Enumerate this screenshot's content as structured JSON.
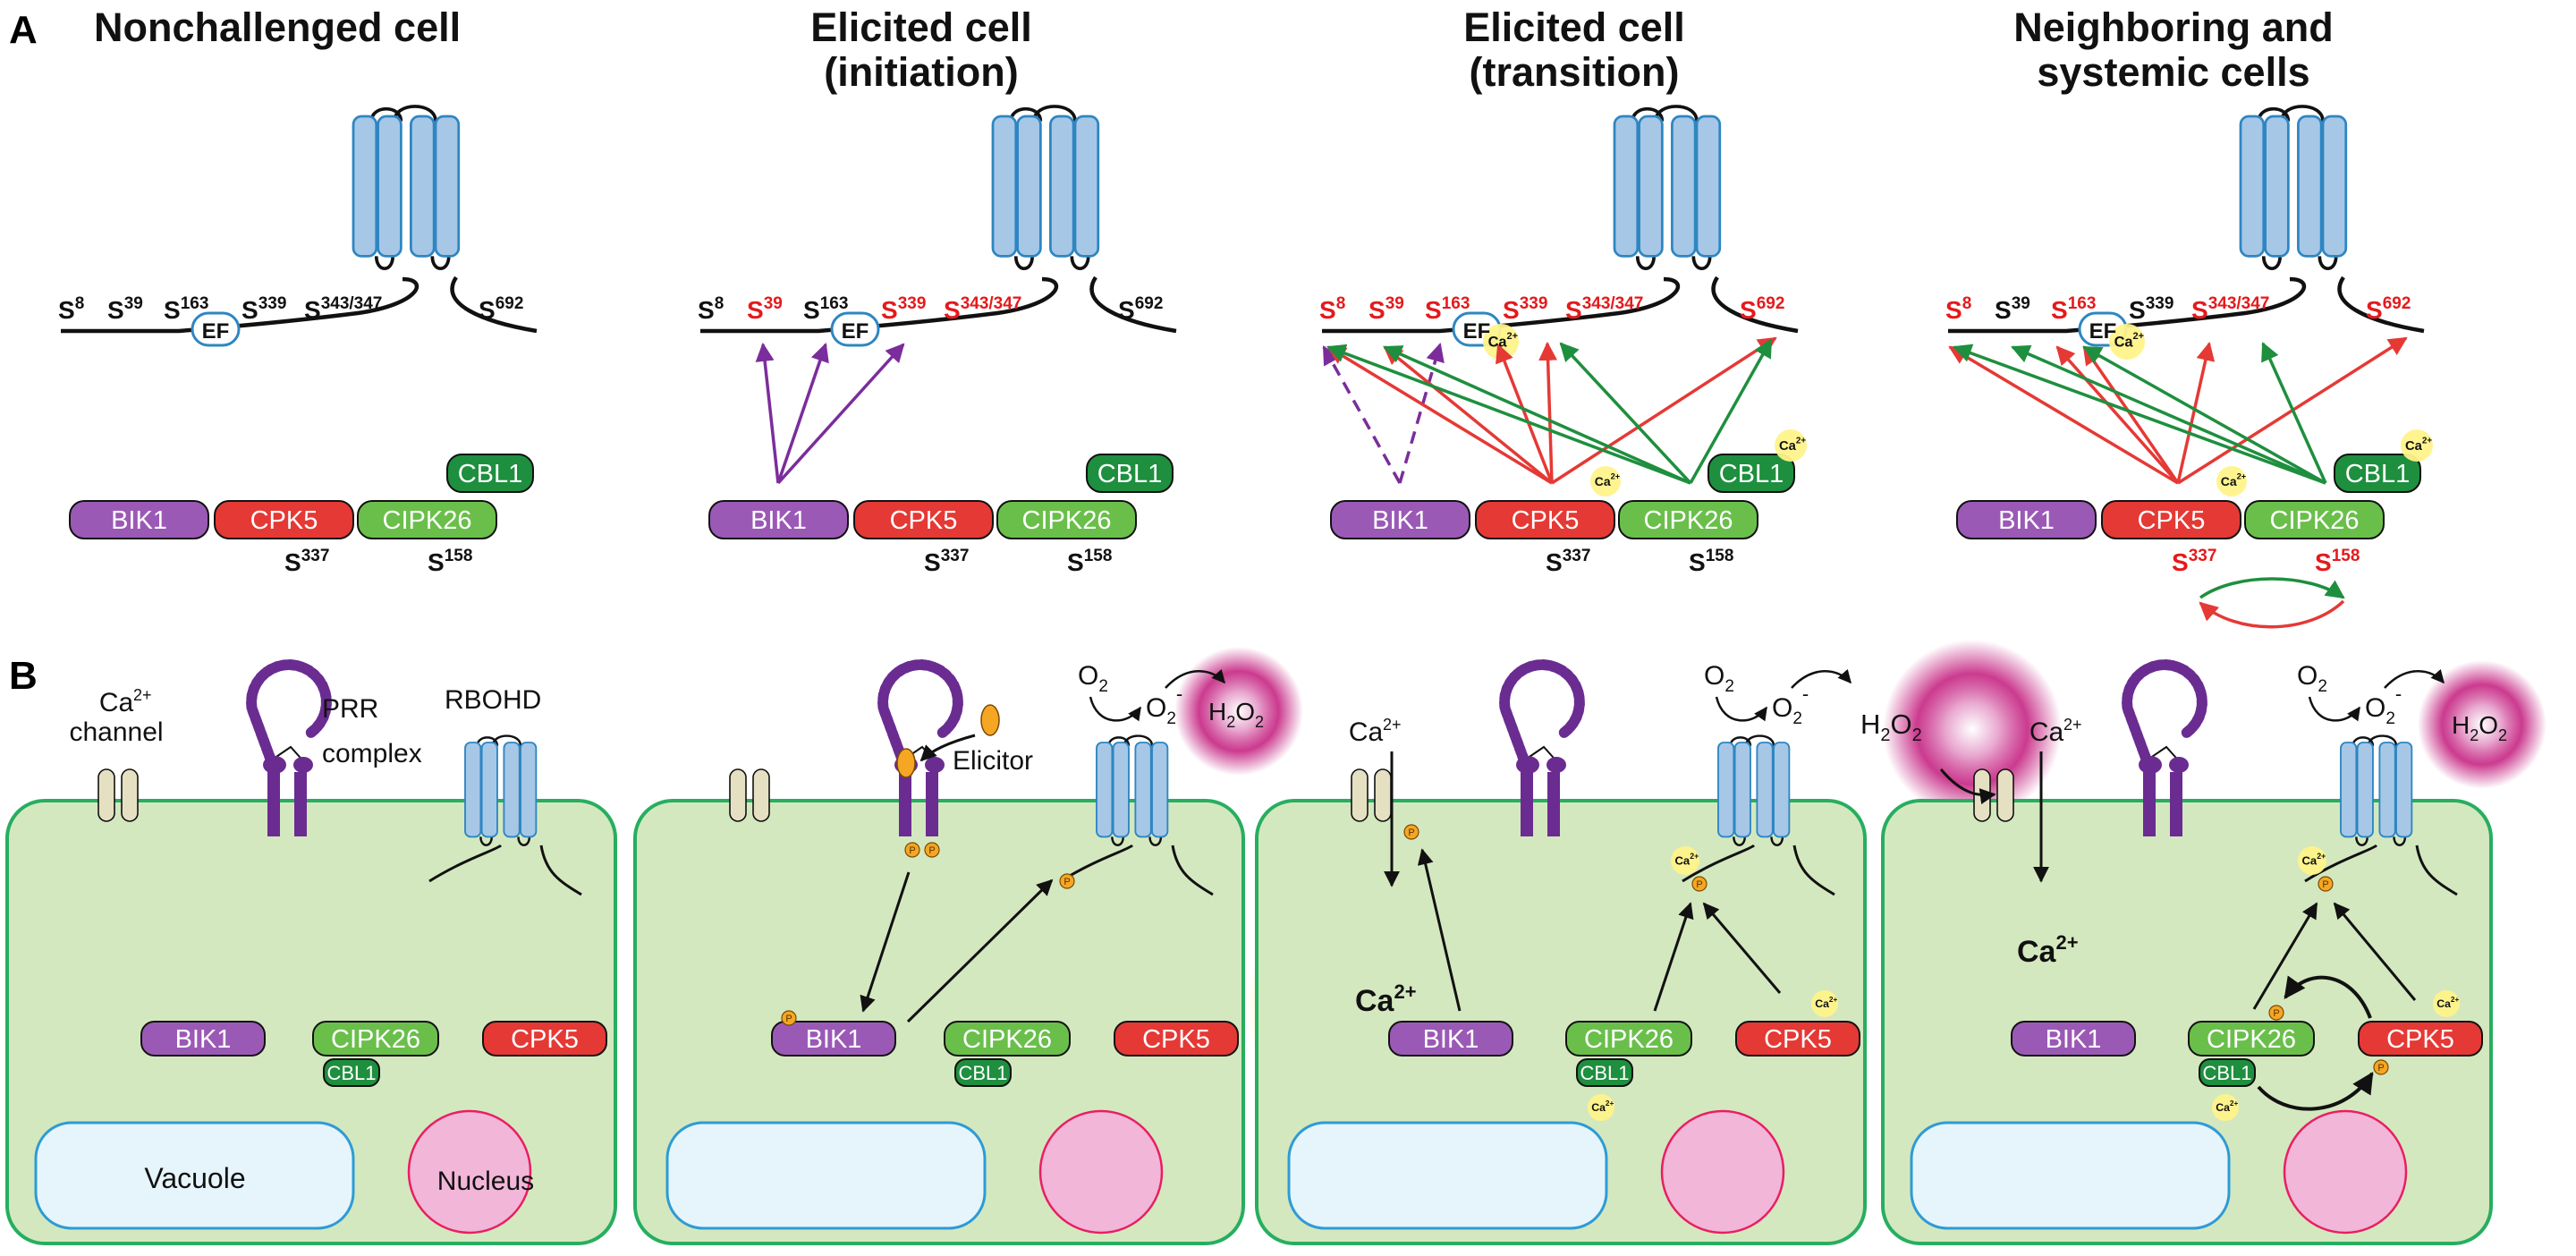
{
  "panel_labels": {
    "a": "A",
    "b": "B"
  },
  "titles": [
    [
      "Nonchallenged cell"
    ],
    [
      "Elicited cell",
      "(initiation)"
    ],
    [
      "Elicited cell",
      "(transition)"
    ],
    [
      "Neighboring and",
      "systemic cells"
    ]
  ],
  "residues": [
    {
      "base": "S",
      "sup": "8"
    },
    {
      "base": "S",
      "sup": "39"
    },
    {
      "base": "S",
      "sup": "163"
    },
    {
      "base": "S",
      "sup": "339"
    },
    {
      "base": "S",
      "sup": "343/347"
    },
    {
      "base": "S",
      "sup": "692"
    }
  ],
  "red_residues": [
    [],
    [
      1,
      3,
      4
    ],
    [
      0,
      1,
      2,
      3,
      4,
      5
    ],
    [
      0,
      2,
      4,
      5
    ]
  ],
  "kinase_residues": [
    {
      "base": "S",
      "sup": "337"
    },
    {
      "base": "S",
      "sup": "158"
    }
  ],
  "kinase_red": [
    false,
    false,
    false,
    true
  ],
  "labels": {
    "ef": "EF",
    "ca": "Ca",
    "ca_sup": "2+",
    "bik1": "BIK1",
    "cpk5": "CPK5",
    "cipk26": "CIPK26",
    "cbl1": "CBL1",
    "channel_1": "Ca",
    "channel_2": "channel",
    "prr_1": "PRR",
    "prr_2": "complex",
    "rbohd": "RBOHD",
    "elicitor": "Elicitor",
    "vacuole": "Vacuole",
    "nucleus": "Nucleus",
    "o2": "O",
    "o2_sub": "2",
    "o2_minus": "-",
    "h2o2_h": "H",
    "h2o2_2": "2",
    "h2o2_o": "O",
    "phospho": "P"
  },
  "colors": {
    "bik1": "#9b59b6",
    "cpk5": "#e53935",
    "cipk26": "#6abf4b",
    "cbl1": "#1e8f3e",
    "rbohd": "#a7c7e7",
    "rbohd_edge": "#2e86c1",
    "cell_fill": "#d4e8bf",
    "cell_edge": "#27ae60",
    "purple_arrow": "#7b2d9b",
    "red_arrow": "#e53935",
    "green_arrow": "#1e8f3e",
    "h2o2_glow": "#c2187b",
    "ca_glow": "#f4e31c",
    "phospho": "#f5a623",
    "vacuole": "#e6f4fb",
    "vacuole_edge": "#2e9bd6",
    "nucleus": "#f1b6d8",
    "nucleus_edge": "#e91e63",
    "red_text": "#e41a1c"
  }
}
